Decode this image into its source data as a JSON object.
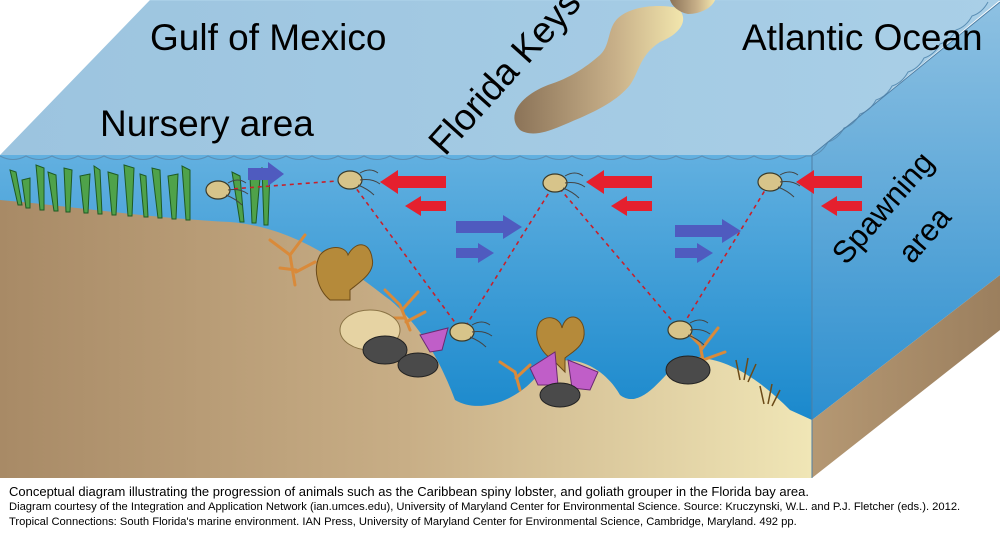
{
  "labels": {
    "gulf": "Gulf of Mexico",
    "atlantic": "Atlantic Ocean",
    "keys": "Florida Keys",
    "nursery": "Nursery area",
    "spawning_line1": "Spawning",
    "spawning_line2": "area"
  },
  "caption": {
    "main": "Conceptual diagram illustrating the progression of animals such as the Caribbean spiny lobster, and goliath grouper in the Florida bay area.",
    "credit": "Diagram courtesy of the Integration and Application Network (ian.umces.edu), University of Maryland Center for Environmental Science. Source: Kruczynski, W.L. and P.J. Fletcher (eds.). 2012. Tropical Connections: South Florida's marine environment. IAN Press, University of Maryland Center for Environmental Science, Cambridge, Maryland. 492 pp."
  },
  "colors": {
    "surface": "#9fc7e2",
    "water_top": "#5faedf",
    "water_bottom": "#0a7fc8",
    "sediment": "#b89b74",
    "sand": "#eee4b2",
    "inflow_arrow": "#e5202e",
    "drift_arrow": "#4f5bbf",
    "path": "#c8202a",
    "seagrass": "#4fa24a",
    "coral": "#d98a3a",
    "elkhorn": "#b58a3a",
    "sea_fan": "#c05ec8",
    "boulder_coral": "#4a4a4a"
  }
}
